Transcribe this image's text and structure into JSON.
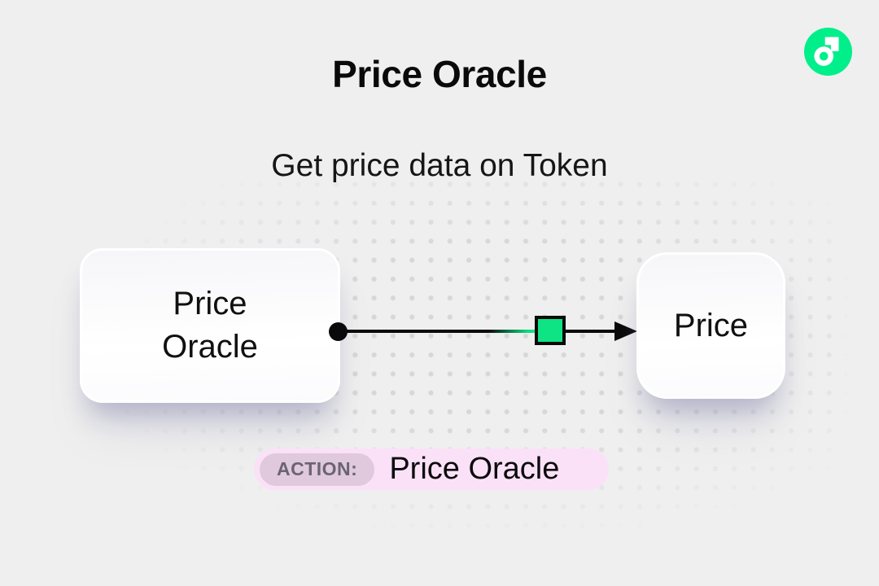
{
  "page": {
    "title": "Price Oracle",
    "subtitle": "Get price data on Token"
  },
  "brand": {
    "logo_icon": "flow-logo",
    "logo_color": "#00EF8B"
  },
  "diagram": {
    "source_node": {
      "label_lines": [
        "Price",
        "Oracle"
      ]
    },
    "target_node": {
      "label": "Price"
    },
    "connector": {
      "type": "arrow",
      "handle_color": "#0EE483",
      "line_color": "#0A0A0A"
    }
  },
  "action_badge": {
    "label": "ACTION:",
    "value": "Price Oracle",
    "bg_color": "#FAE1F8",
    "label_bg_color": "#E0C8DD"
  },
  "colors": {
    "background": "#EFEFEF",
    "dot": "#D7D7DA",
    "accent_green": "#00EF8B"
  }
}
